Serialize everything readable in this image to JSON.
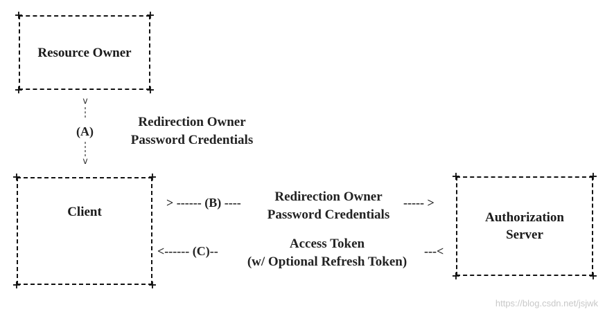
{
  "nodes": {
    "resource_owner": "Resource Owner",
    "client": "Client",
    "authorization_server": [
      "Authorization",
      "Server"
    ]
  },
  "flow_a": {
    "label": "(A)",
    "text": [
      "Redirection Owner",
      "Password Credentials"
    ],
    "arrow_top": "v",
    "arrow_bottom": "v"
  },
  "flow_b": {
    "prefix": "> ------ (B) ----",
    "text": [
      "Redirection Owner",
      "Password Credentials"
    ],
    "suffix": "----- >"
  },
  "flow_c": {
    "prefix": "<------ (C)--",
    "text": [
      "Access Token",
      "(w/ Optional Refresh Token)"
    ],
    "suffix": "---<"
  },
  "watermark": "https://blog.csdn.net/jsjwk"
}
